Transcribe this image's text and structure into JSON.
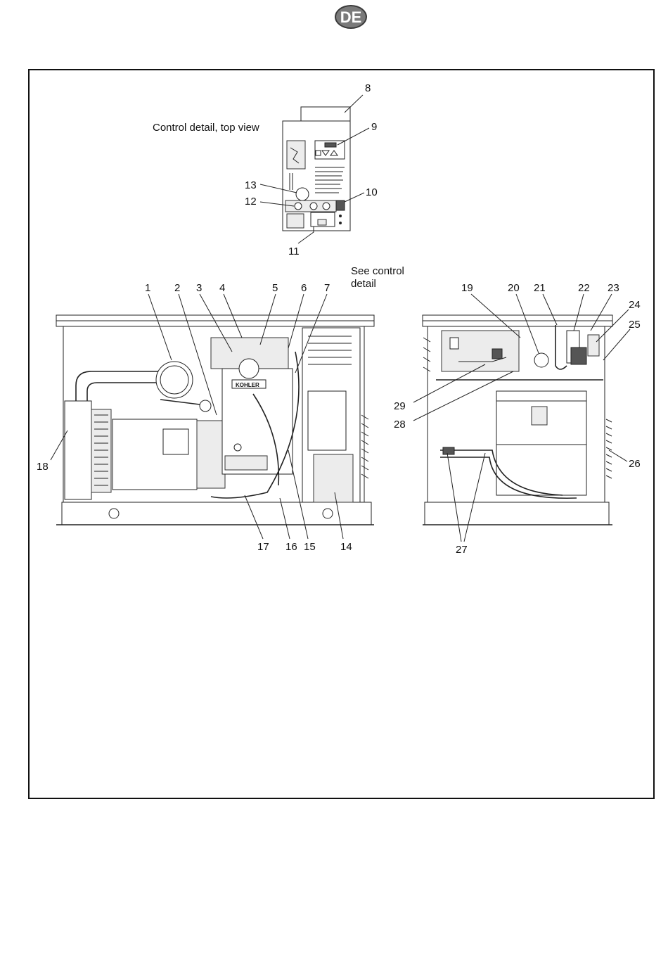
{
  "header": {
    "language_badge": "DE"
  },
  "figure": {
    "control_caption": "Control detail, top view",
    "see_control_line1": "See control",
    "see_control_line2": "detail",
    "callouts": {
      "c1": "1",
      "c2": "2",
      "c3": "3",
      "c4": "4",
      "c5": "5",
      "c6": "6",
      "c7": "7",
      "c8": "8",
      "c9": "9",
      "c10": "10",
      "c11": "11",
      "c12": "12",
      "c13": "13",
      "c14": "14",
      "c15": "15",
      "c16": "16",
      "c17": "17",
      "c18": "18",
      "c19": "19",
      "c20": "20",
      "c21": "21",
      "c22": "22",
      "c23": "23",
      "c24": "24",
      "c25": "25",
      "c26": "26",
      "c27": "27",
      "c28": "28",
      "c29": "29"
    },
    "engine_brand": "KOHLER"
  }
}
